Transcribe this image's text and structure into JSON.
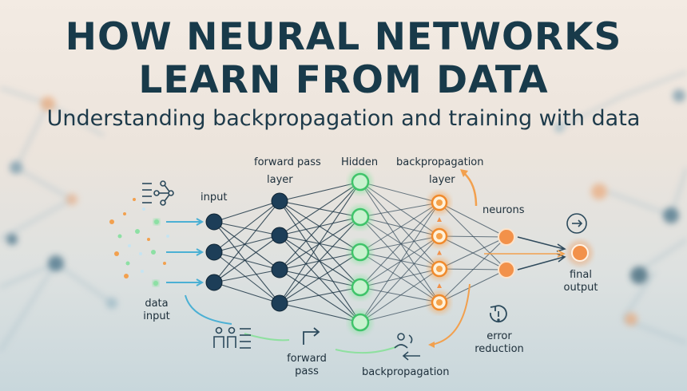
{
  "header": {
    "title_line_1": "HOW NEURAL NETWORKS",
    "title_line_2": "LEARN FROM DATA",
    "subtitle": "Understanding backpropagation and training with data"
  },
  "labels": {
    "forward_pass_top": "forward pass",
    "layer_left": "layer",
    "hidden": "Hidden",
    "backprop_top": "backpropagation",
    "layer_right": "layer",
    "input": "input",
    "neurons": "neurons",
    "data_input_1": "data",
    "data_input_2": "input",
    "final_output_1": "final",
    "final_output_2": "output",
    "error_1": "error",
    "error_2": "reduction",
    "forward_pass_bottom_1": "forward",
    "forward_pass_bottom_2": "pass",
    "backprop_bottom": "backpropagation"
  },
  "colors": {
    "title": "#183a4a",
    "navy_node": "#1d3e58",
    "green_node": "#8fe0a0",
    "orange_node": "#f2914a",
    "edge": "#1f3747"
  },
  "icons": [
    "list-network-icon",
    "people-list-icon",
    "forward-arrow-icon",
    "people-back-icon",
    "refresh-icon",
    "error-clock-icon"
  ]
}
